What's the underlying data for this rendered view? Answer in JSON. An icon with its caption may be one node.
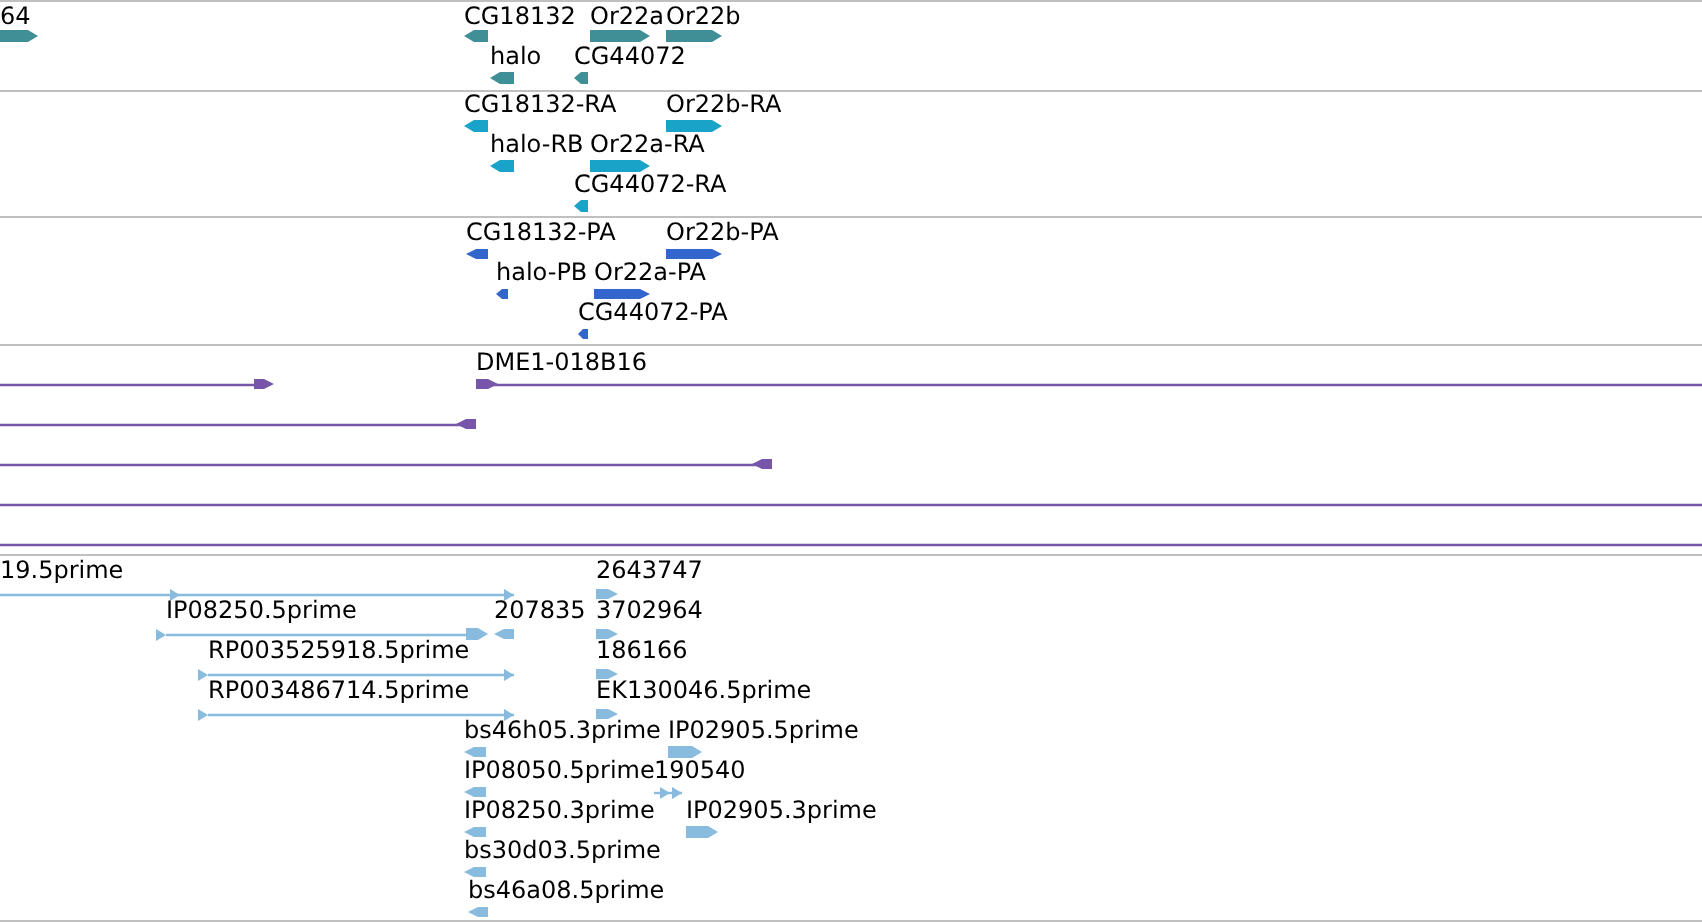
{
  "diagram": {
    "labels": [
      "64",
      "CG18132",
      "Or22a",
      "Or22b",
      "halo",
      "CG44072",
      "CG18132-RA",
      "Or22b-RA",
      "halo-RB",
      "Or22a-RA",
      "CG44072-RA",
      "CG18132-PA",
      "Or22b-PA",
      "halo-PB",
      "Or22a-PA",
      "CG44072-PA",
      "DME1-018B16",
      "19.5prime",
      "2643747",
      "IP08250.5prime",
      "207835",
      "3702964",
      "RP003525918.5prime",
      "186166",
      "RP003486714.5prime",
      "EK130046.5prime",
      "bs46h05.3prime",
      "IP02905.5prime",
      "IP08050.5prime",
      "190540",
      "IP08250.3prime",
      "IP02905.3prime",
      "bs30d03.5prime",
      "bs46a08.5prime"
    ]
  }
}
